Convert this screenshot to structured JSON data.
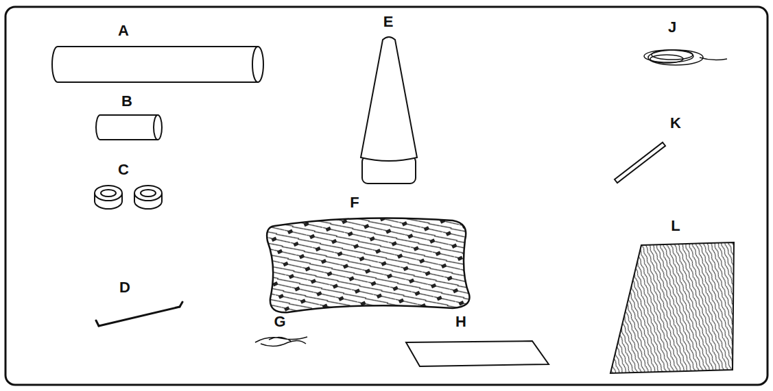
{
  "diagram": {
    "labels": [
      "A",
      "E",
      "J",
      "B",
      "K",
      "C",
      "F",
      "D",
      "G",
      "H",
      "L"
    ]
  }
}
